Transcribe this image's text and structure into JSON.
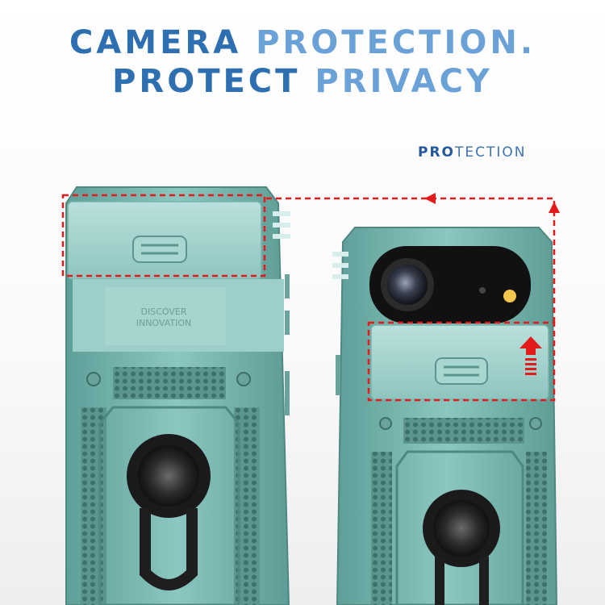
{
  "headline": {
    "line1_part1": "CAMERA ",
    "line1_part2": "PROTECTION.",
    "line2_part1": "PROTECT ",
    "line2_part2": "PRIVACY"
  },
  "subheading": {
    "bold": "PRO",
    "rest": "TECTION"
  },
  "case_engraving": {
    "line1": "DISCOVER",
    "line2": "INNOVATION"
  },
  "colors": {
    "case_teal": "#7fbab4",
    "dash_red": "#e31b1b",
    "headline_blue": "#2d6fb1"
  }
}
